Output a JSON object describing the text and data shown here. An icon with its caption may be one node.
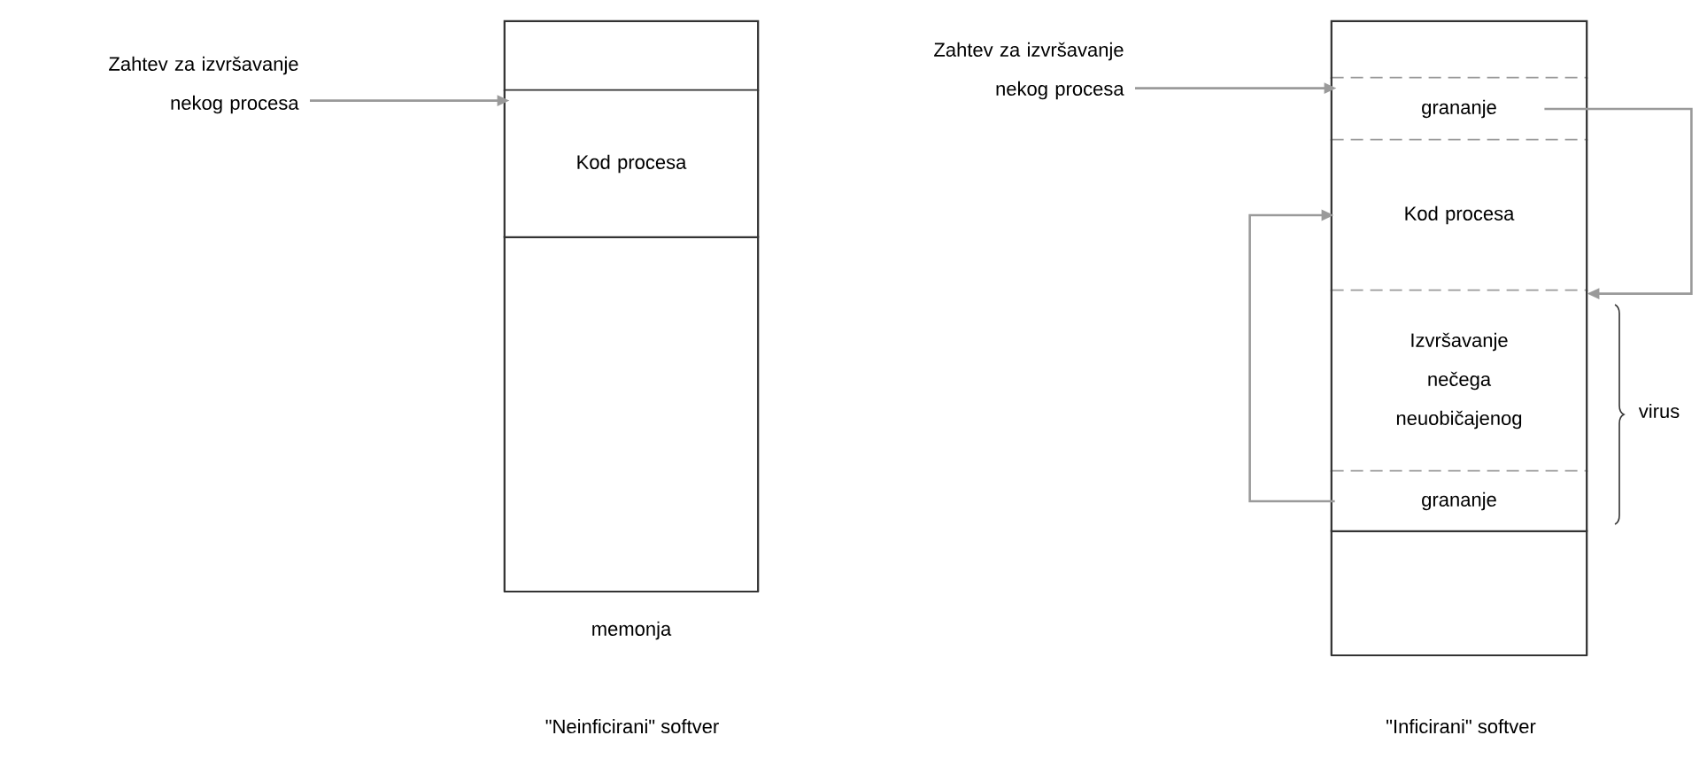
{
  "diagram": {
    "nodes": [
      {
        "text": [
          "Zahtev za izvršavanje nekog procesa"
        ]
      },
      {
        "text": [],
        "shape": "box",
        "beside": [
          "memonja"
        ]
      },
      {
        "text": [],
        "shape": "box",
        "in": 1
      },
      {
        "text": [
          "Kod procesa"
        ],
        "in": 1
      },
      {
        "text": [],
        "shape": "box",
        "in": 1
      },
      {
        "text": [
          "Zahtev za izvršavanje nekog procesa"
        ]
      },
      {
        "text": [],
        "shape": "box"
      },
      {
        "text": [],
        "shape": "box",
        "in": 6
      },
      {
        "text": [
          "grananje"
        ],
        "in": 6
      },
      {
        "text": [
          "Kod procesa"
        ],
        "in": 6
      },
      {
        "text": [
          "Izvršavanje nečega neuobičajenog"
        ],
        "in": 6
      },
      {
        "text": [
          "grananje"
        ],
        "in": 6
      },
      {
        "text": [],
        "shape": "box",
        "in": 6
      }
    ],
    "edges": [
      {
        "from": 0,
        "to": 3,
        "arrow": "to"
      },
      {
        "from": 5,
        "to": 8,
        "arrow": "to"
      },
      {
        "from": 8,
        "to": 10,
        "arrow": "to"
      },
      {
        "from": 11,
        "to": 9,
        "arrow": "to"
      }
    ],
    "labels": [
      "virus",
      "\"Neinficirani\" softver",
      "\"Inficirani\" softver"
    ]
  }
}
